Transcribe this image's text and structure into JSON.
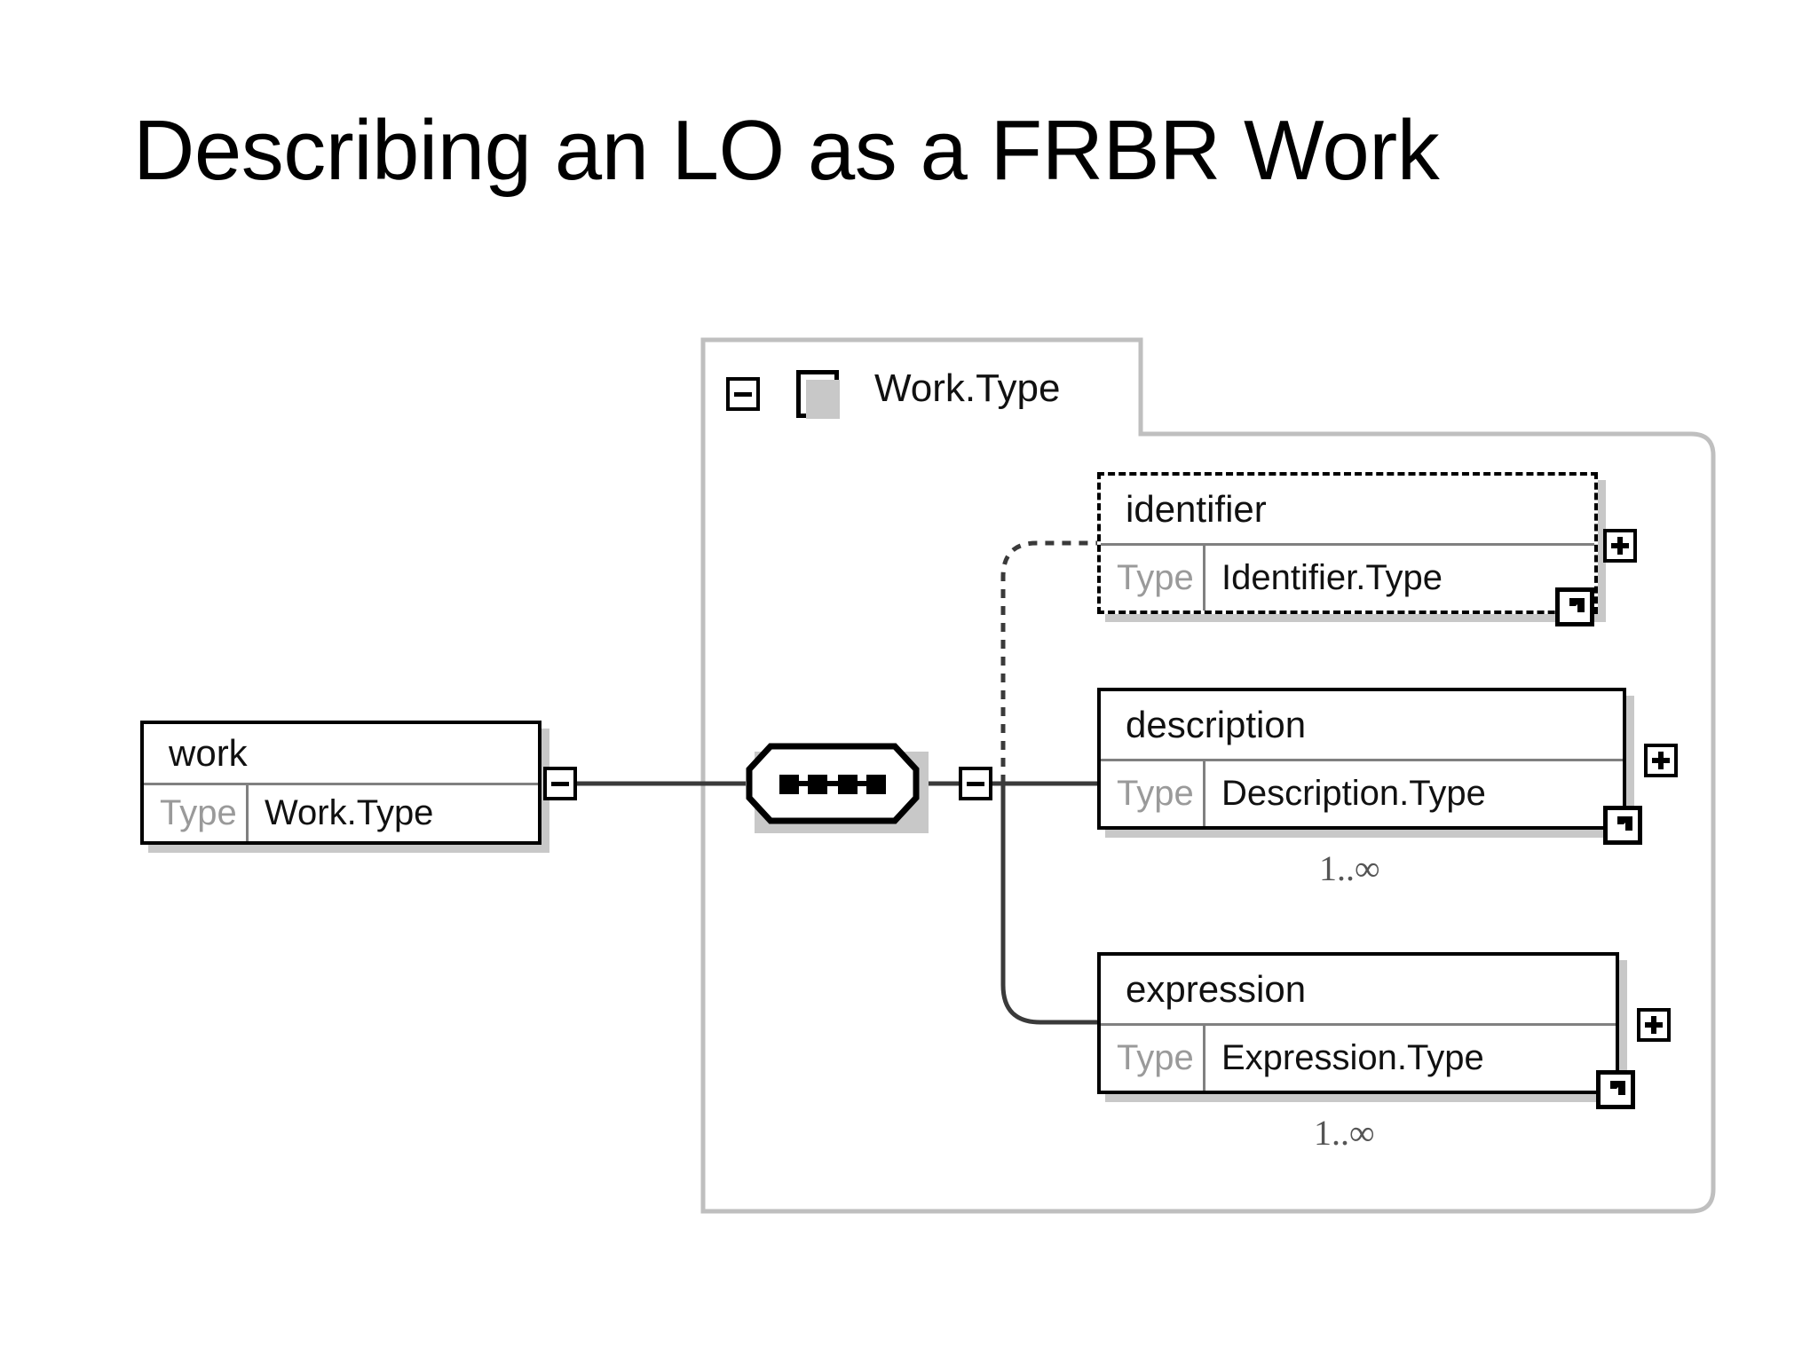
{
  "slide": {
    "title": "Describing an LO as a FRBR Work"
  },
  "diagram": {
    "type": "xsd-schema-tree",
    "group": {
      "header_label": "Work.Type",
      "header_collapse_icon": "minus-box-icon",
      "header_type_icon": "complex-type-square-icon"
    },
    "root_element": {
      "name": "work",
      "type_label": "Type",
      "type_value": "Work.Type",
      "collapse_icon": "minus-box-icon",
      "border": "solid"
    },
    "compositor": {
      "kind": "sequence",
      "icon": "sequence-icon",
      "collapse_icon": "minus-box-icon",
      "dot_count": 4
    },
    "children": [
      {
        "name": "identifier",
        "type_label": "Type",
        "type_value": "Identifier.Type",
        "border": "dashed",
        "optional": true,
        "cardinality": "",
        "expand_icon": "plus-box-icon",
        "ref_icon": "reference-arrow-icon",
        "connector": "dashed"
      },
      {
        "name": "description",
        "type_label": "Type",
        "type_value": "Description.Type",
        "border": "solid",
        "optional": false,
        "cardinality": "1..∞",
        "expand_icon": "plus-box-icon",
        "ref_icon": "reference-arrow-icon",
        "connector": "solid"
      },
      {
        "name": "expression",
        "type_label": "Type",
        "type_value": "Expression.Type",
        "border": "solid",
        "optional": false,
        "cardinality": "1..∞",
        "expand_icon": "plus-box-icon",
        "ref_icon": "reference-arrow-icon",
        "connector": "solid"
      }
    ],
    "colors": {
      "background": "#ffffff",
      "line": "#000000",
      "group_border": "#bfbfbf",
      "shadow": "#c8c8c8",
      "muted_text": "#9a9a9a",
      "text": "#111111"
    }
  }
}
